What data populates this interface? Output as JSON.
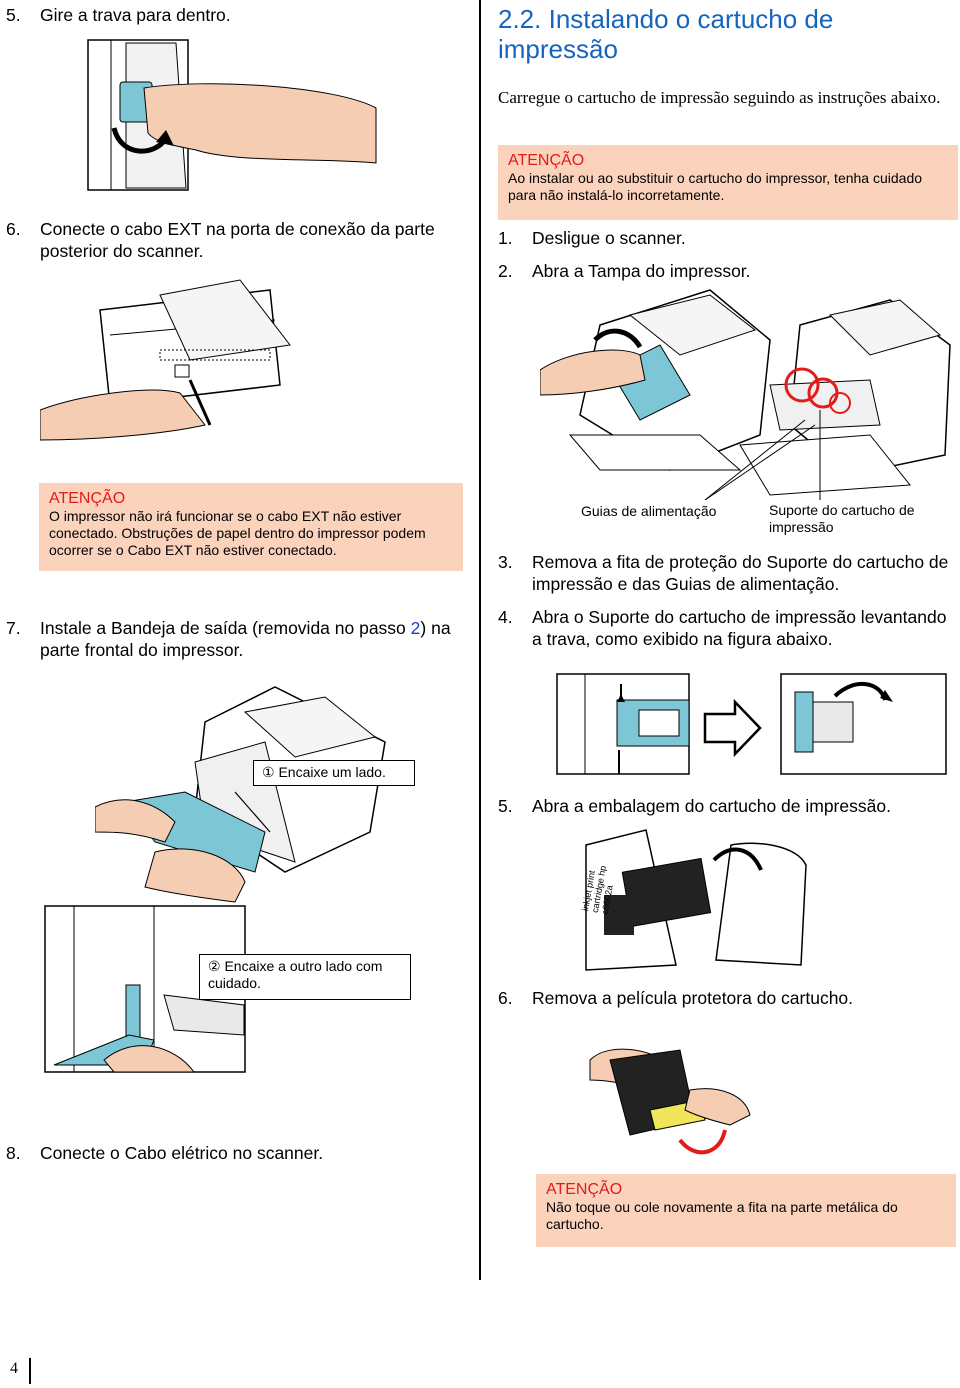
{
  "left": {
    "step5": {
      "num": "5.",
      "text": "Gire a trava para dentro."
    },
    "step6": {
      "num": "6.",
      "text": "Conecte o cabo EXT na porta de conexão da parte posterior do scanner."
    },
    "warning": {
      "title": "ATENÇÃO",
      "text": "O impressor não irá funcionar se o cabo EXT não estiver conectado. Obstruções de papel dentro do impressor podem ocorrer se o Cabo EXT não estiver conectado."
    },
    "step7": {
      "num": "7.",
      "text_before": "Instale a Bandeja de saída (removida no passo ",
      "ref": "2",
      "text_after": ") na parte frontal do impressor."
    },
    "callout1": {
      "marker": "①",
      "text": "Encaixe um lado."
    },
    "callout2": {
      "marker": "②",
      "text": "Encaixe a outro lado com cuidado."
    },
    "step8": {
      "num": "8.",
      "text": "Conecte o Cabo elétrico no scanner."
    }
  },
  "right": {
    "section_title": "2.2. Instalando o cartucho de impressão",
    "intro": "Carregue o cartucho de impressão seguindo as instruções abaixo.",
    "warning1": {
      "title": "ATENÇÃO",
      "text": "Ao instalar ou ao substituir o cartucho do impressor, tenha cuidado para não instalá-lo incorretamente."
    },
    "step1": {
      "num": "1.",
      "text": "Desligue o scanner."
    },
    "step2": {
      "num": "2.",
      "text": "Abra a Tampa do impressor."
    },
    "label_guides": "Guias de alimentação",
    "label_holder": "Suporte do cartucho de impressão",
    "step3": {
      "num": "3.",
      "text": "Remova a fita de proteção do Suporte do cartucho de impressão e das Guias de alimentação."
    },
    "step4": {
      "num": "4.",
      "text": "Abra o Suporte do cartucho de impressão levantando a trava, como exibido na figura abaixo."
    },
    "step5": {
      "num": "5.",
      "text": "Abra a embalagem do cartucho de impressão."
    },
    "step6": {
      "num": "6.",
      "text": "Remova a película protetora do cartucho."
    },
    "warning2": {
      "title": "ATENÇÃO",
      "text": "Não toque ou cole novamente a fita na parte metálica do cartucho."
    },
    "package_label": "inkjet print cartridge hp c6602a"
  },
  "footer": {
    "page_number": "4"
  },
  "colors": {
    "accent_blue": "#1565c0",
    "warning_bg": "#fbd3bd",
    "warning_title": "#e21b1b",
    "part_cyan": "#7cc6d6",
    "skin": "#f4cdb2"
  }
}
